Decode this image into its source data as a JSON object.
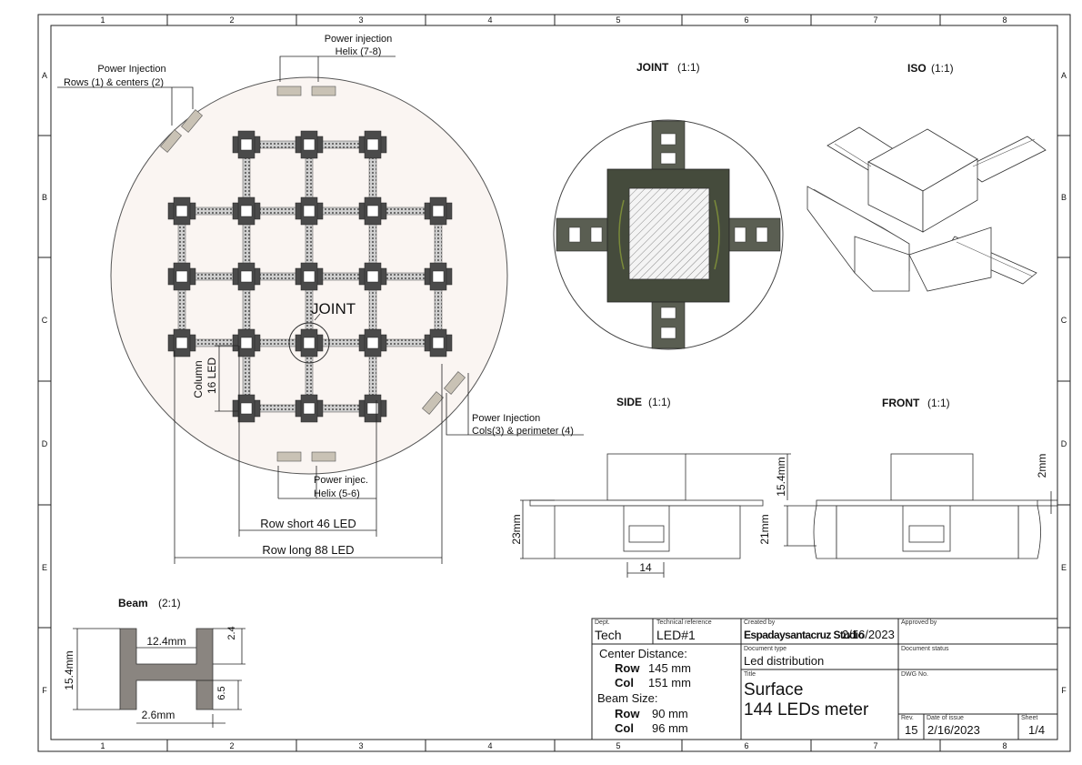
{
  "border": {
    "columns": [
      "1",
      "2",
      "3",
      "4",
      "5",
      "6",
      "7",
      "8"
    ],
    "rows": [
      "A",
      "B",
      "C",
      "D",
      "E",
      "F"
    ]
  },
  "views": {
    "joint": {
      "title": "JOINT",
      "scale": "(1:1)"
    },
    "iso": {
      "title": "ISO",
      "scale": "(1:1)"
    },
    "side": {
      "title": "SIDE",
      "scale": "(1:1)"
    },
    "front": {
      "title": "FRONT",
      "scale": "(1:1)"
    },
    "beam": {
      "title": "Beam",
      "scale": "(2:1)"
    }
  },
  "surface_view": {
    "power_injection_rows": {
      "line1": "Power Injection",
      "line2": "Rows (1) & centers (2)"
    },
    "power_injection_helix_top": {
      "line1": "Power injection",
      "line2": "Helix (7-8)"
    },
    "power_injection_cols": {
      "line1": "Power Injection",
      "line2": "Cols(3) & perimeter (4)"
    },
    "power_injection_helix_bottom": {
      "line1": "Power injec.",
      "line2": "Helix (5-6)"
    },
    "joint_label": "JOINT",
    "column_label": {
      "line1": "Column",
      "line2": "16 LED"
    },
    "row_short": "Row short 46 LED",
    "row_long": "Row long 88 LED"
  },
  "side_view": {
    "height_total": "23mm",
    "height_box": "15.4mm",
    "width": "14"
  },
  "front_view": {
    "height": "21mm",
    "thickness": "2mm"
  },
  "beam_view": {
    "height": "15.4mm",
    "width": "12.4mm",
    "flange": "2.4",
    "web": "2.6mm",
    "lower": "6.5"
  },
  "title_block": {
    "dept_label": "Dept.",
    "dept": "Tech",
    "techref_label": "Technical reference",
    "techref": "LED#1",
    "created_label": "Created by",
    "created_by": "Espadaysantacruz Studio",
    "created_date": "2/16/2023",
    "approved_label": "Approved by",
    "doctype_label": "Document type",
    "doctype": "Led distribution",
    "docstatus_label": "Document status",
    "title_label": "Title",
    "title_line1": "Surface",
    "title_line2": "144 LEDs meter",
    "dwg_label": "DWG No.",
    "rev_label": "Rev.",
    "rev": "15",
    "issue_label": "Date of issue",
    "issue_date": "2/16/2023",
    "sheet_label": "Sheet",
    "sheet": "1/4",
    "notes": {
      "center_distance": "Center Distance:",
      "row_label": "Row",
      "row_value": "145 mm",
      "col_label": "Col",
      "col_value": "151 mm",
      "beam_size": "Beam Size:",
      "beam_row_value": "90 mm",
      "beam_col_value": "96 mm"
    }
  }
}
